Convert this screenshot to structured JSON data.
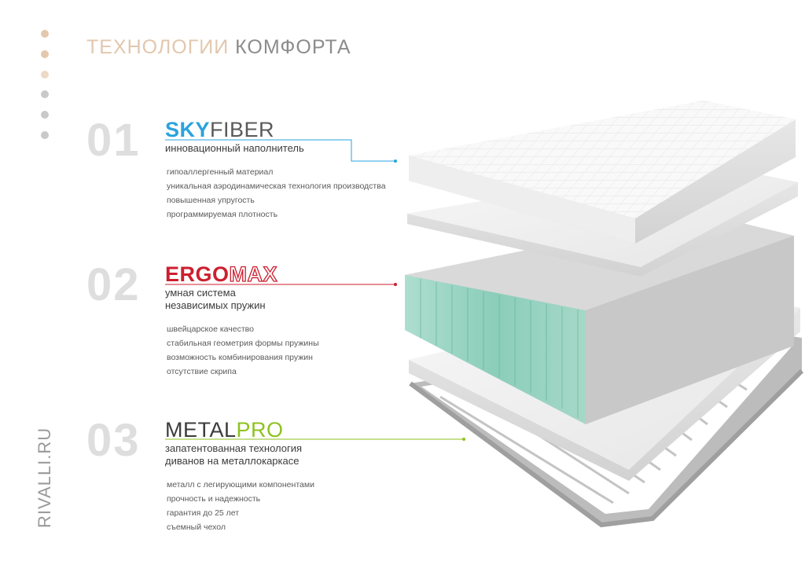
{
  "header": {
    "title_light": "ТЕХНОЛОГИИ",
    "title_dark": "КОМФОРТА"
  },
  "side_label": "RIVALLI.RU",
  "nav_dots": [
    {
      "color": "#e4c8ad"
    },
    {
      "color": "#e4c8ad"
    },
    {
      "color": "#ecd9c6"
    },
    {
      "color": "#c9c9c9"
    },
    {
      "color": "#c9c9c9"
    },
    {
      "color": "#c9c9c9"
    }
  ],
  "sections": [
    {
      "number": "01",
      "brand_a": "SKY",
      "brand_b": "FIBER",
      "accent": "#2aa3dd",
      "subtitle": [
        "инновационный наполнитель"
      ],
      "features": [
        "гипоаллергенный материал",
        "уникальная аэродинамическая технология производства",
        "повышенная упругость",
        "программируемая плотность"
      ]
    },
    {
      "number": "02",
      "brand_a": "ERGO",
      "brand_b": "MAX",
      "accent": "#cc1f2f",
      "subtitle": [
        "умная система",
        "независимых пружин"
      ],
      "features": [
        "швейцарское качество",
        "стабильная геометрия формы пружины",
        "возможность комбинирования пружин",
        "отсутствие скрипа"
      ]
    },
    {
      "number": "03",
      "brand_a": "METAL",
      "brand_b": "PRO",
      "accent": "#8dc21f",
      "subtitle": [
        "запатентованная технология",
        "диванов на металлокаркасе"
      ],
      "features": [
        "металл с легирующими компонентами",
        "прочность и надежность",
        "гарантия до 25 лет",
        "съемный чехол"
      ]
    }
  ]
}
